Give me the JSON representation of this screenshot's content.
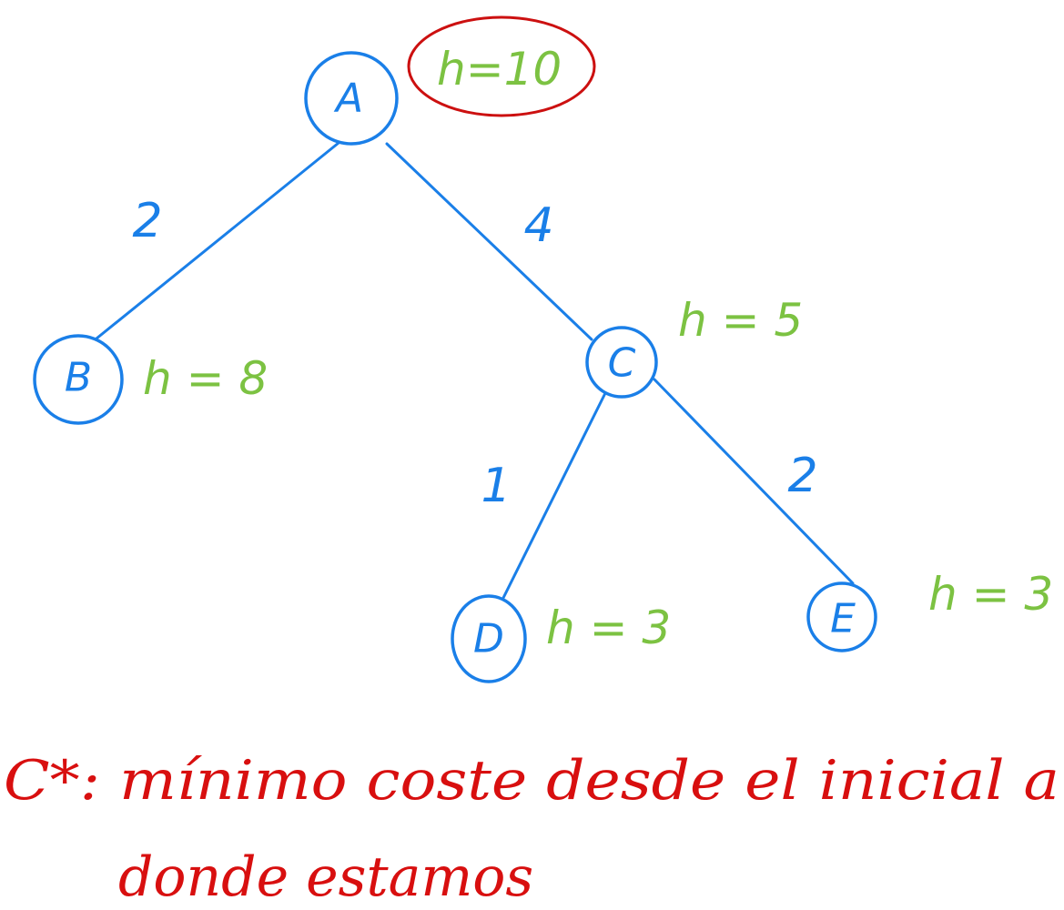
{
  "diagram": {
    "nodes": [
      {
        "id": "A",
        "label": "A",
        "heuristic": "h=10"
      },
      {
        "id": "B",
        "label": "B",
        "heuristic": "h = 8"
      },
      {
        "id": "C",
        "label": "C",
        "heuristic": "h = 5"
      },
      {
        "id": "D",
        "label": "D",
        "heuristic": "h = 3"
      },
      {
        "id": "E",
        "label": "E",
        "heuristic": "h = 3"
      }
    ],
    "edges": [
      {
        "from": "A",
        "to": "B",
        "cost": "2"
      },
      {
        "from": "A",
        "to": "C",
        "cost": "4"
      },
      {
        "from": "C",
        "to": "D",
        "cost": "1"
      },
      {
        "from": "C",
        "to": "E",
        "cost": "2"
      }
    ],
    "highlighted_heuristic": "A"
  },
  "note": {
    "line1": "C*: mínimo coste desde el inicial a",
    "line2": "donde estamos"
  },
  "colors": {
    "node": "#1a7fe8",
    "heuristic": "#7cc242",
    "annotation": "#d80f0f"
  }
}
